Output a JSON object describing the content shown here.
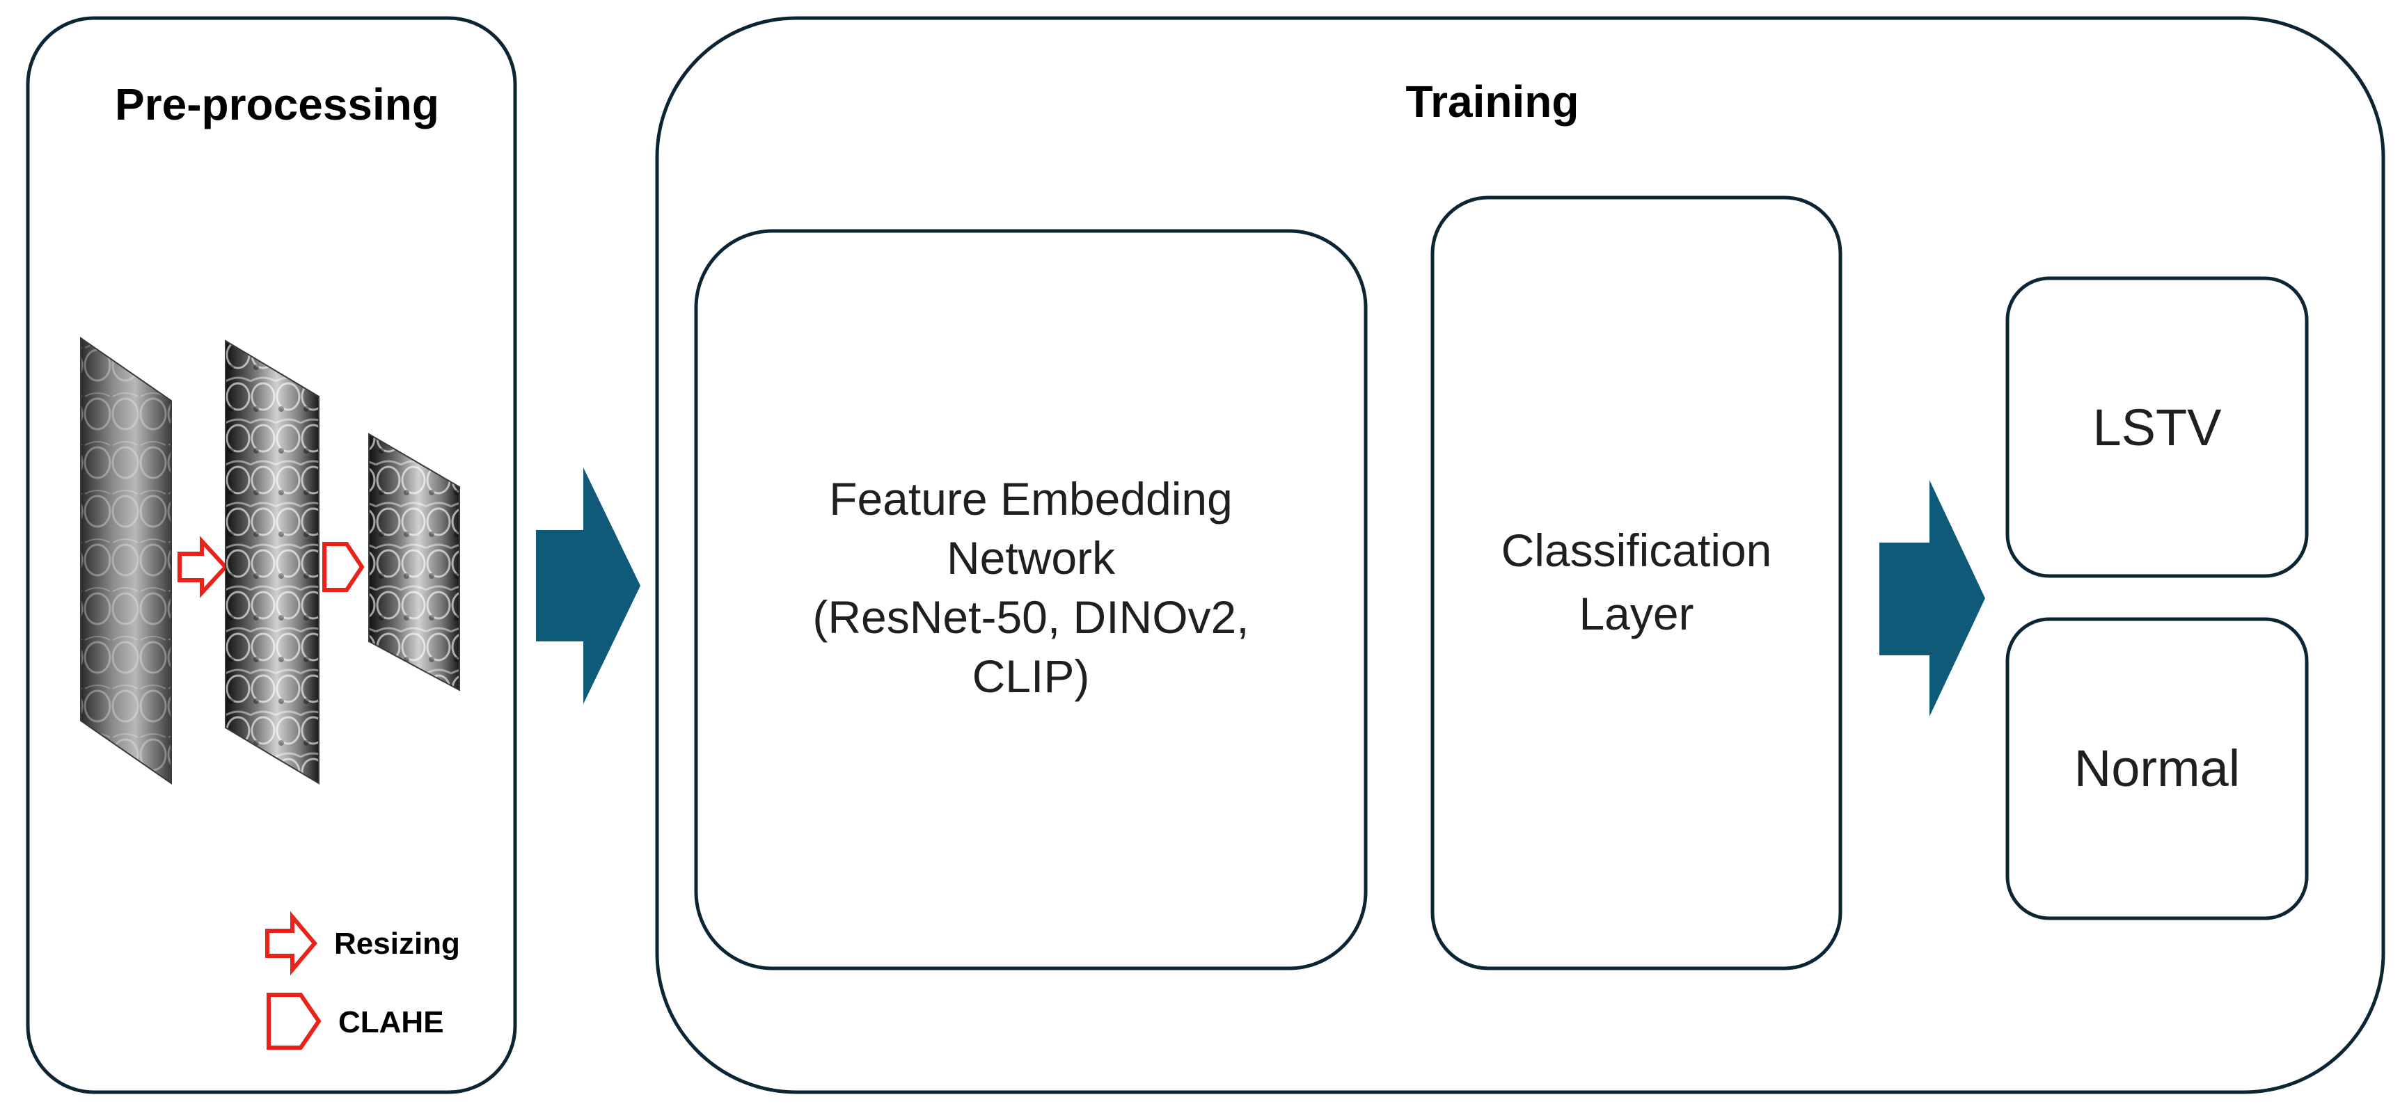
{
  "preprocessing": {
    "title": "Pre-processing",
    "legend": {
      "resizing_label": "Resizing",
      "clahe_label": "CLAHE"
    },
    "colors": {
      "operation_arrow": "#e8231b"
    },
    "images": [
      {
        "name": "original-xray",
        "icon": "spine-xray-image"
      },
      {
        "name": "resized-xray",
        "icon": "spine-xray-image"
      },
      {
        "name": "clahe-xray",
        "icon": "spine-xray-image"
      }
    ]
  },
  "training": {
    "title": "Training",
    "feature_network": {
      "lines": [
        "Feature Embedding",
        "Network",
        "(ResNet-50, DINOv2,",
        "CLIP)"
      ]
    },
    "classification_layer": {
      "lines": [
        "Classification",
        "Layer"
      ]
    }
  },
  "outputs": {
    "lstv_label": "LSTV",
    "normal_label": "Normal"
  },
  "colors": {
    "flow_arrow": "#0f5a78",
    "box_border": "#0d2533"
  }
}
